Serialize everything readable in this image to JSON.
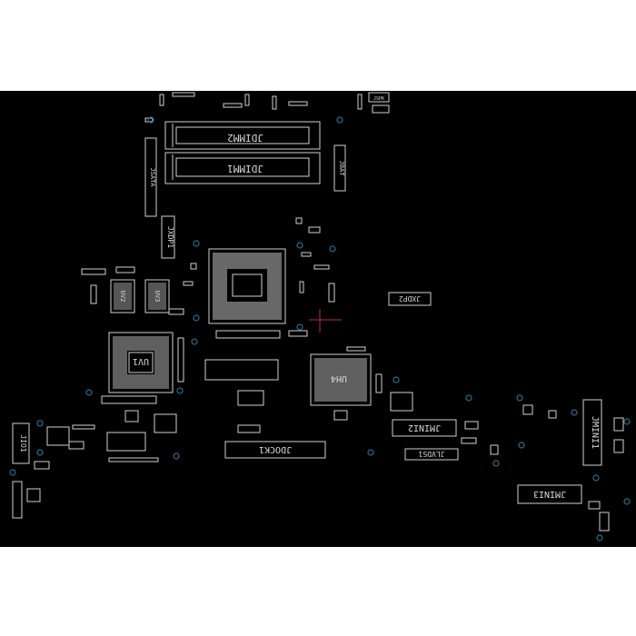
{
  "board": {
    "background": "#000000",
    "silkscreen_color": "#d9d9d9",
    "via_color": "#2c6f88"
  },
  "components": {
    "jdimm2": "JDIMM2",
    "jdimm1": "JDIMM1",
    "jbat": "JBAT",
    "jsata": "JSATA",
    "jxdp1": "JXDP1",
    "jxdp2": "JXDP2",
    "uv1": "UV1",
    "uv2": "UV2",
    "uv3": "UV3",
    "uh4": "UH4",
    "jio1": "JIO1",
    "jdock1": "JDOCK1",
    "jmini1": "JMINI1",
    "jmini2": "JMINI2",
    "jmini3": "JMINI3",
    "jlvds1": "JLVDS1",
    "jspk": "JSPK"
  }
}
